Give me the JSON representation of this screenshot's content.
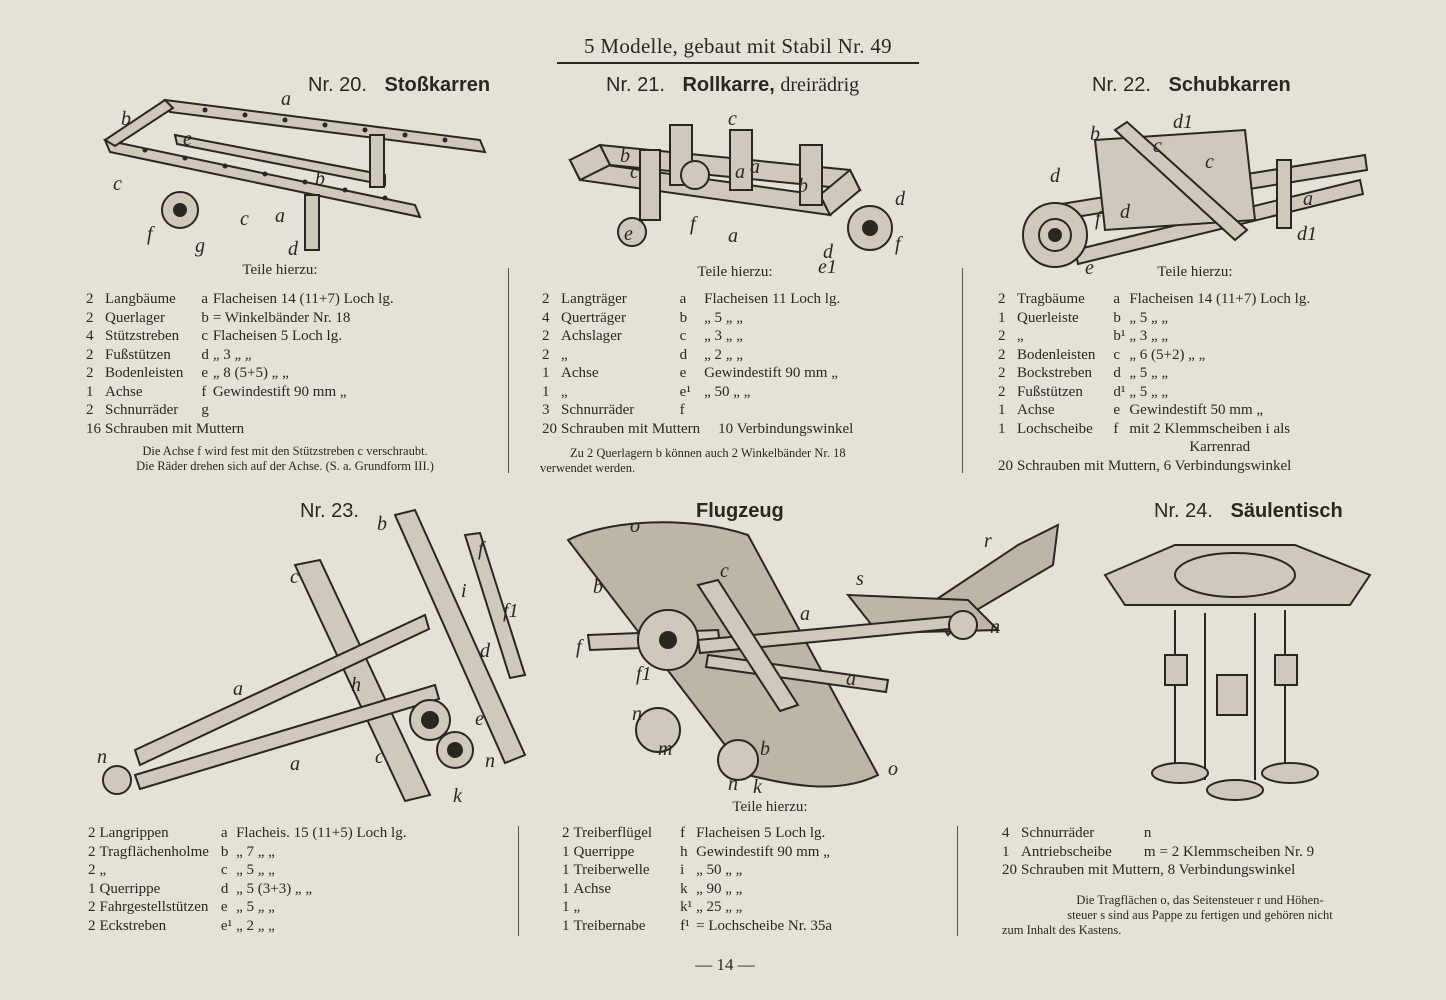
{
  "header": "5 Modelle, gebaut mit Stabil Nr. 49",
  "teile_label": "Teile hierzu:",
  "page_number": "— 14 —",
  "models": {
    "m20": {
      "number": "Nr. 20.",
      "name": "Stoßkarren",
      "labels": [
        "a",
        "b",
        "c",
        "b",
        "c",
        "a",
        "f",
        "g",
        "d",
        "e"
      ],
      "parts": [
        [
          "2",
          "Langbäume",
          "a",
          "Flacheisen 14 (11+7) Loch lg."
        ],
        [
          "2",
          "Querlager",
          "b",
          "= Winkelbänder Nr. 18"
        ],
        [
          "4",
          "Stützstreben",
          "c",
          "Flacheisen       5  Loch lg."
        ],
        [
          "2",
          "Fußstützen",
          "d",
          "„        3   „   „"
        ],
        [
          "2",
          "Bodenleisten",
          "e",
          "„     8 (5+5)   „   „"
        ],
        [
          "1",
          "Achse",
          "f",
          "Gewindestift    90 mm „"
        ],
        [
          "2",
          "Schnurräder",
          "g",
          ""
        ],
        [
          "16",
          "Schrauben mit Muttern",
          "",
          ""
        ]
      ],
      "note": [
        "Die Achse f wird fest mit den Stützstreben c verschraubt.",
        "Die Räder drehen sich auf der Achse. (S. a. Grundform III.)"
      ]
    },
    "m21": {
      "number": "Nr. 21.",
      "name": "Rollkarre,",
      "name_suffix": "dreirädrig",
      "labels": [
        "c",
        "b",
        "c",
        "a",
        "a",
        "b",
        "d",
        "e",
        "f",
        "a",
        "d",
        "f",
        "e1"
      ],
      "parts": [
        [
          "2",
          "Langträger",
          "a",
          "Flacheisen      11  Loch lg."
        ],
        [
          "4",
          "Querträger",
          "b",
          "„              5   „   „"
        ],
        [
          "2",
          "Achslager",
          "c",
          "„              3   „   „"
        ],
        [
          "2",
          "„",
          "d",
          "„              2   „   „"
        ],
        [
          "1",
          "Achse",
          "e",
          "Gewindestift    90 mm „"
        ],
        [
          "1",
          "„",
          "e¹",
          "„             50   „   „"
        ],
        [
          "3",
          "Schnurräder",
          "f",
          ""
        ],
        [
          "20",
          "Schrauben mit Muttern",
          "",
          "10 Verbindungswinkel"
        ]
      ],
      "note": [
        "Zu 2 Querlagern b können auch 2 Winkelbänder Nr. 18",
        "verwendet werden."
      ]
    },
    "m22": {
      "number": "Nr. 22.",
      "name": "Schubkarren",
      "labels": [
        "d1",
        "b",
        "c",
        "c",
        "d",
        "f",
        "d",
        "a",
        "d1",
        "e"
      ],
      "parts": [
        [
          "2",
          "Tragbäume",
          "a",
          "Flacheisen 14 (11+7) Loch lg."
        ],
        [
          "1",
          "Querleiste",
          "b",
          "„            5   „   „"
        ],
        [
          "2",
          "„",
          "b¹",
          "„            3   „   „"
        ],
        [
          "2",
          "Bodenleisten",
          "c",
          "„      6 (5+2)   „   „"
        ],
        [
          "2",
          "Bockstreben",
          "d",
          "„            5   „   „"
        ],
        [
          "2",
          "Fußstützen",
          "d¹",
          "„            5   „   „"
        ],
        [
          "1",
          "Achse",
          "e",
          "Gewindestift    50 mm „"
        ],
        [
          "1",
          "Lochscheibe",
          "f",
          "mit 2 Klemmscheiben i als"
        ],
        [
          "",
          "",
          "",
          "Karrenrad"
        ],
        [
          "20",
          "Schrauben mit Muttern, 6 Verbindungswinkel",
          "",
          ""
        ]
      ]
    },
    "m23": {
      "number": "Nr. 23.",
      "labels": [
        "b",
        "f",
        "c",
        "i",
        "f1",
        "d",
        "a",
        "h",
        "e",
        "a",
        "c",
        "n",
        "n",
        "k"
      ],
      "parts": [
        [
          "2",
          "Langrippen",
          "a",
          "Flacheis. 15 (11+5) Loch lg."
        ],
        [
          "2",
          "Tragflächenholme",
          "b",
          "„           7   „   „"
        ],
        [
          "2",
          "„",
          "c",
          "„           5   „   „"
        ],
        [
          "1",
          "Querrippe",
          "d",
          "„     5 (3+3)   „   „"
        ],
        [
          "2",
          "Fahrgestellstützen",
          "e",
          "„           5   „   „"
        ],
        [
          "2",
          "Eckstreben",
          "e¹",
          "„           2   „   „"
        ]
      ]
    },
    "flugzeug": {
      "name": "Flugzeug",
      "labels": [
        "o",
        "r",
        "b",
        "c",
        "s",
        "a",
        "f",
        "n",
        "f1",
        "a",
        "n",
        "m",
        "b",
        "k",
        "n",
        "o"
      ],
      "parts": [
        [
          "2",
          "Treiberflügel",
          "f",
          "Flacheisen  5  Loch  lg."
        ],
        [
          "1",
          "Querrippe",
          "h",
          "Gewindestift 90 mm  „"
        ],
        [
          "1",
          "Treiberwelle",
          "i",
          "„       50   „   „"
        ],
        [
          "1",
          "Achse",
          "k",
          "„       90   „   „"
        ],
        [
          "1",
          "„",
          "k¹",
          "„       25   „   „"
        ],
        [
          "1",
          "Treibernabe",
          "f¹",
          "= Lochscheibe Nr. 35a"
        ]
      ]
    },
    "m24": {
      "number": "Nr. 24.",
      "name": "Säulentisch",
      "parts": [
        [
          "4",
          "Schnurräder",
          "n",
          ""
        ],
        [
          "1",
          "Antriebscheibe",
          "m",
          "= 2 Klemmscheiben Nr. 9"
        ],
        [
          "20",
          "Schrauben mit Muttern, 8 Verbindungswinkel",
          "",
          ""
        ]
      ],
      "note": [
        "Die Tragflächen o, das Seitensteuer r und Höhen-",
        "steuer s sind aus Pappe zu fertigen und gehören nicht",
        "zum Inhalt des Kastens."
      ]
    }
  }
}
